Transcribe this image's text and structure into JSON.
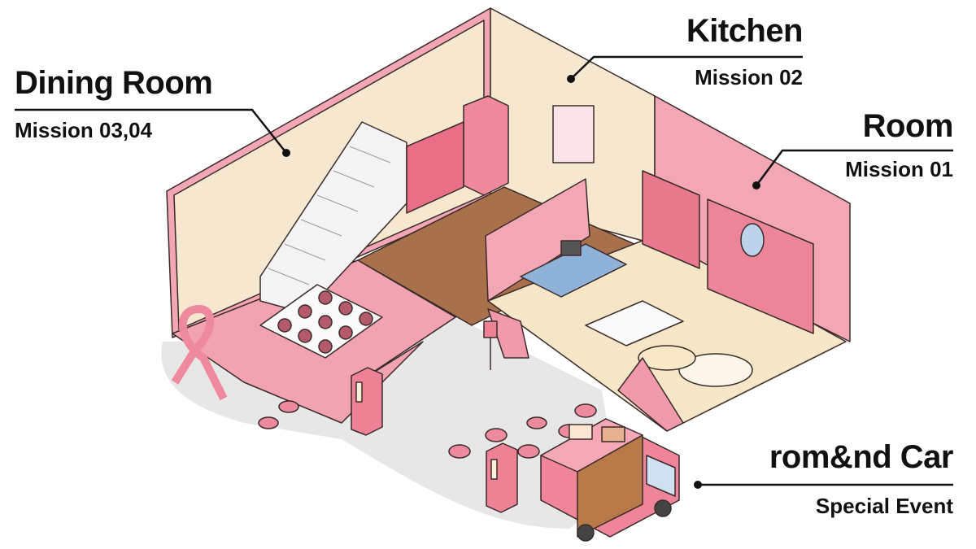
{
  "labels": {
    "dining": {
      "title": "Dining Room",
      "mission": "Mission 03,04"
    },
    "kitchen": {
      "title": "Kitchen",
      "mission": "Mission 02"
    },
    "room": {
      "title": "Room",
      "mission": "Mission 01"
    },
    "car": {
      "title": "rom&nd Car",
      "mission": "Special Event"
    }
  },
  "colors": {
    "wall_pink": "#f3a7b4",
    "wall_beige": "#f6e7cf",
    "floor_pink": "#f2a3b2",
    "floor_brown": "#a8714b",
    "floor_beige": "#f5e6c8",
    "gravel": "#e6e6e6",
    "accent_pink": "#e6798d",
    "line": "#111111"
  }
}
